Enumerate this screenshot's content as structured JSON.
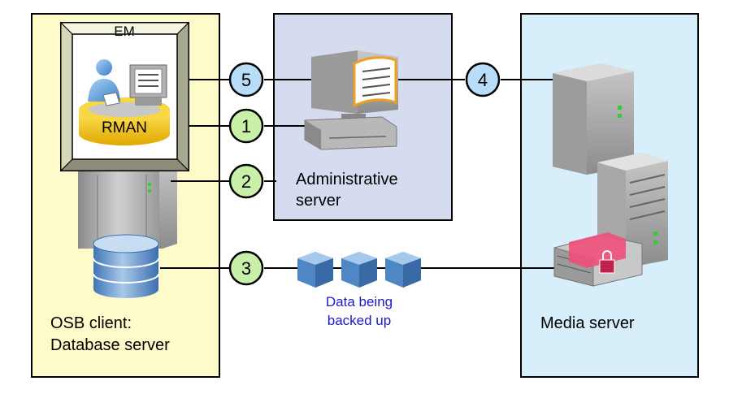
{
  "colors": {
    "client_panel": "#fdfbc9",
    "admin_panel": "#d6dcef",
    "media_panel": "#d6effb",
    "step_green": "#c9f0a8",
    "step_blue": "#b8ddf8",
    "rman_gold": "#f5c512",
    "data_text": "#1a1acc"
  },
  "panels": {
    "client_label_line1": "OSB client:",
    "client_label_line2": "Database server",
    "admin_label_line1": "Administrative",
    "admin_label_line2": "server",
    "media_label": "Media server"
  },
  "em_window": {
    "title": "EM",
    "rman_label": "RMAN"
  },
  "data_note": {
    "line1": "Data being",
    "line2": "backed up"
  },
  "steps": [
    "1",
    "2",
    "3",
    "4",
    "5"
  ],
  "icons": [
    "user-icon",
    "workstation-icon",
    "admin-computer-icon",
    "tower-server-icon",
    "rack-server-icon",
    "tape-library-icon",
    "database-icon",
    "data-block-icon"
  ]
}
